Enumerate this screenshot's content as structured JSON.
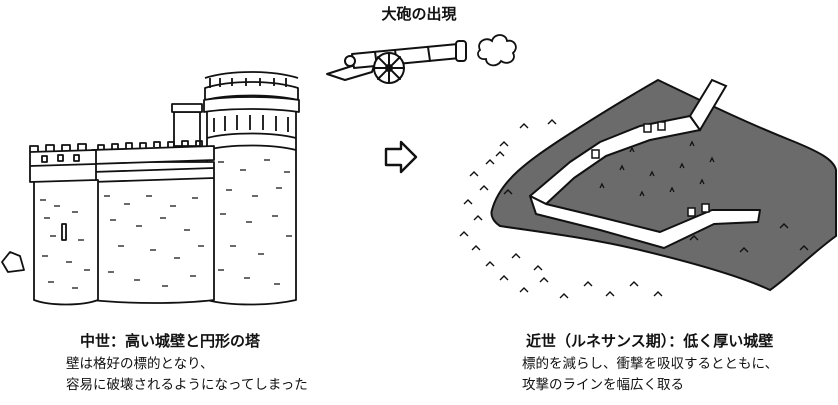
{
  "title": "大砲の出現",
  "left": {
    "heading": "中世：高い城壁と円形の塔",
    "lines": [
      "壁は格好の標的となり、",
      "容易に破壊されるようになってしまった"
    ]
  },
  "right": {
    "heading": "近世（ルネサンス期）：低く厚い城壁",
    "lines": [
      "標的を減らし、衝撃を吸収するとともに、",
      "攻撃のラインを幅広く取る"
    ]
  },
  "colors": {
    "fortress_fill": "#6b6b6b",
    "wall_fill": "#ffffff",
    "ink": "#111111"
  },
  "icons": [
    "cannon-illustration",
    "smoke-puff-icon",
    "arrow-right-icon",
    "medieval-castle-illustration",
    "star-fort-illustration"
  ]
}
